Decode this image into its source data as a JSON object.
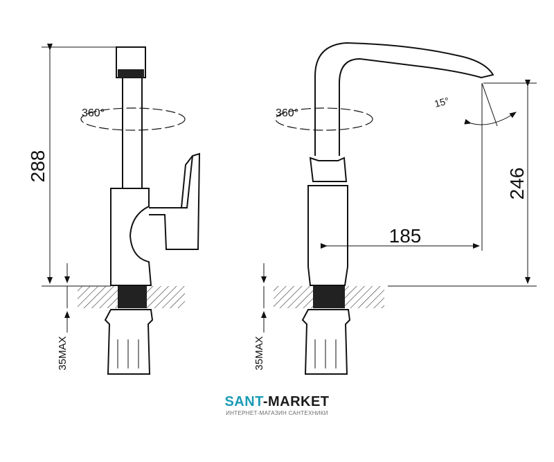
{
  "dimensions": {
    "total_height": "288",
    "spout_height": "246",
    "spout_reach": "185",
    "rotation_left": "360°",
    "rotation_right": "360°",
    "spout_angle": "15°",
    "max_mount_thickness_left": "35MAX",
    "max_mount_thickness_right": "35MAX"
  },
  "brand": {
    "name_part1": "SANT",
    "name_part2": "-MARKET",
    "tagline": "ИНТЕРНЕТ-МАГАЗИН САНТЕХНИКИ",
    "accent_color": "#1a9bb5",
    "dark_color": "#1a1a1a"
  }
}
